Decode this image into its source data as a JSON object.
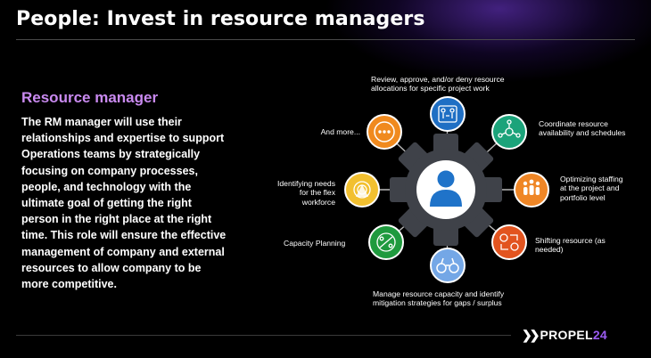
{
  "header": {
    "title": "People: Invest in resource managers"
  },
  "content": {
    "subtitle": "Resource manager",
    "paragraph": "The RM manager will use their relationships and expertise to support Operations teams by strategically focusing on company processes, people, and technology with the ultimate goal of getting the right person in the right place at the right time.  This role will ensure the effective management of company and external resources to allow company to be more competitive."
  },
  "diagram": {
    "nodes": [
      {
        "label": "Review, approve, and/or deny resource allocations for specific project work",
        "color": "#1f6fc4",
        "icon": "team-review-icon"
      },
      {
        "label": "Coordinate resource availability and schedules",
        "color": "#1ba37a",
        "icon": "network-icon"
      },
      {
        "label": "Optimizing staffing at the project and portfolio level",
        "color": "#ef8626",
        "icon": "group-people-icon"
      },
      {
        "label": "Shifting resource (as needed)",
        "color": "#e2541f",
        "icon": "swap-people-icon"
      },
      {
        "label": "Manage resource capacity and identify mitigation strategies for gaps / surplus",
        "color": "#74a7e6",
        "icon": "binoculars-icon"
      },
      {
        "label": "Capacity Planning",
        "color": "#1f9a3e",
        "icon": "planning-icon"
      },
      {
        "label": "Identifying needs for the flex workforce",
        "color": "#f2c030",
        "icon": "target-icon"
      },
      {
        "label": "And more...",
        "color": "#f08a1e",
        "icon": "more-icon"
      }
    ],
    "center_icon": "person-icon"
  },
  "footer": {
    "brand_chevrons": "❯❯",
    "brand_word": "PROPEL",
    "brand_number": "24"
  }
}
